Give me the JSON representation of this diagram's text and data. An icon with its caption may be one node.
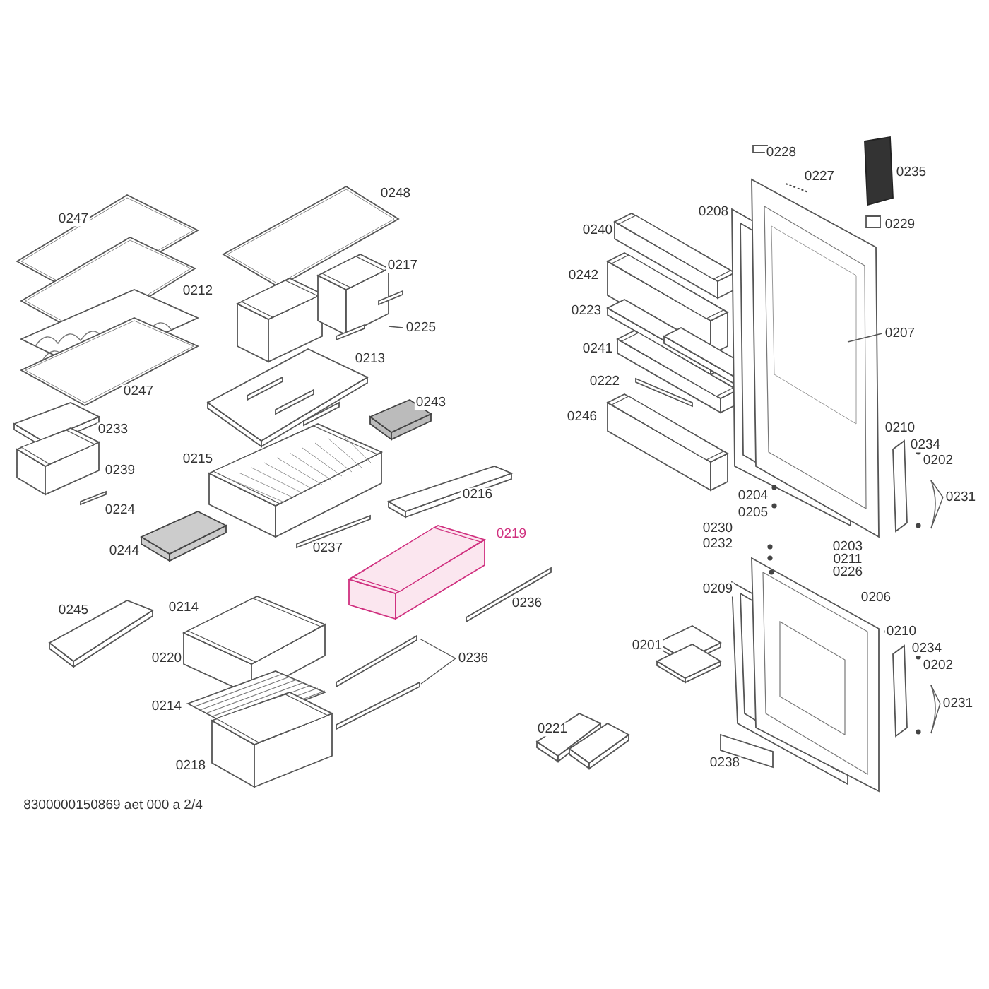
{
  "diagram": {
    "nodes": [
      {
        "text": [
          "0225"
        ]
      },
      {
        "text": [
          "0207"
        ]
      },
      {
        "text": [
          "0236"
        ]
      },
      {
        "text": [
          "0231"
        ]
      },
      {
        "text": [
          "0231"
        ]
      }
    ],
    "edges": [
      {
        "from": 0,
        "to": null,
        "arrow": "none"
      },
      {
        "from": 1,
        "to": null,
        "arrow": "none"
      },
      {
        "from": 2,
        "to": null,
        "arrow": "none"
      },
      {
        "from": 2,
        "to": null,
        "arrow": "none"
      },
      {
        "from": 3,
        "to": null,
        "arrow": "none"
      },
      {
        "from": 3,
        "to": null,
        "arrow": "none"
      },
      {
        "from": 4,
        "to": null,
        "arrow": "none"
      },
      {
        "from": 4,
        "to": null,
        "arrow": "none"
      }
    ],
    "labels": [
      "0247",
      "0248",
      "0217",
      "0212",
      "0213",
      "0247",
      "0243",
      "0233",
      "0215",
      "0239",
      "0216",
      "0224",
      "0219",
      "0244",
      "0237",
      "0236",
      "0245",
      "0214",
      "0220",
      "0214",
      "0218",
      "8300000150869 aet 000 a 2/4",
      "0228",
      "0227",
      "0235",
      "0208",
      "0240",
      "0229",
      "0242",
      "0223",
      "0241",
      "0222",
      "0246",
      "0210",
      "0234",
      "0202",
      "0204",
      "0205",
      "0230",
      "0232",
      "0203",
      "0211",
      "0226",
      "0209",
      "0206",
      "0201",
      "0210",
      "0234",
      "0202",
      "0221",
      "0238"
    ]
  }
}
